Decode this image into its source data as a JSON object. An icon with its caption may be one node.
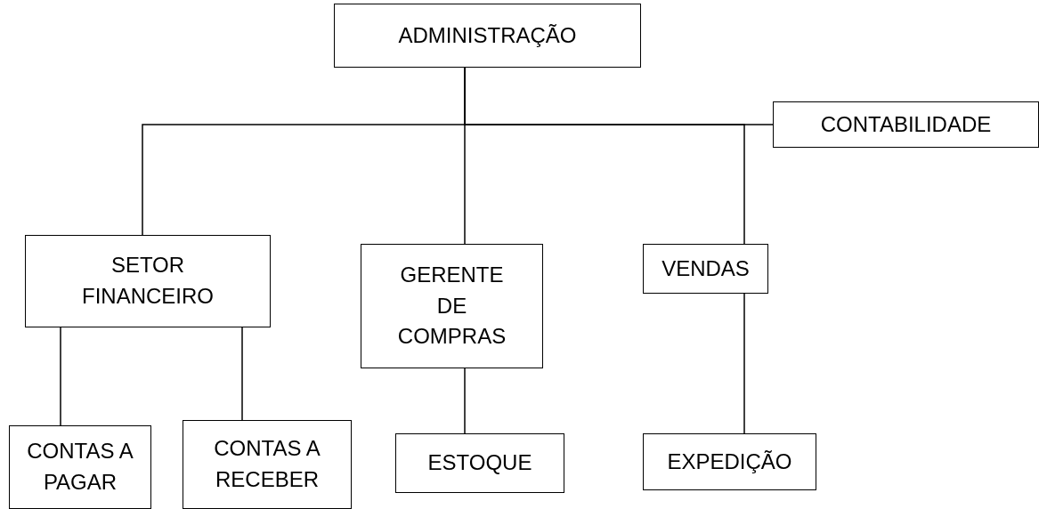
{
  "diagram": {
    "nodes": [
      {
        "text": [
          "ADMINISTRAÇÃO"
        ]
      },
      {
        "text": [
          "CONTABILIDADE"
        ]
      },
      {
        "text": [
          "SETOR FINANCEIRO"
        ]
      },
      {
        "text": [
          "GERENTE DE COMPRAS"
        ]
      },
      {
        "text": [
          "VENDAS"
        ]
      },
      {
        "text": [
          "CONTAS A PAGAR"
        ]
      },
      {
        "text": [
          "CONTAS A RECEBER"
        ]
      },
      {
        "text": [
          "ESTOQUE"
        ]
      },
      {
        "text": [
          "EXPEDIÇÃO"
        ]
      }
    ],
    "edges": [
      {
        "from": 0,
        "to": 1,
        "arrow": "none"
      },
      {
        "from": 0,
        "to": 2,
        "arrow": "none"
      },
      {
        "from": 0,
        "to": 3,
        "arrow": "none"
      },
      {
        "from": 0,
        "to": 4,
        "arrow": "none"
      },
      {
        "from": 2,
        "to": 5,
        "arrow": "none"
      },
      {
        "from": 2,
        "to": 6,
        "arrow": "none"
      },
      {
        "from": 3,
        "to": 7,
        "arrow": "none"
      },
      {
        "from": 4,
        "to": 8,
        "arrow": "none"
      }
    ]
  }
}
